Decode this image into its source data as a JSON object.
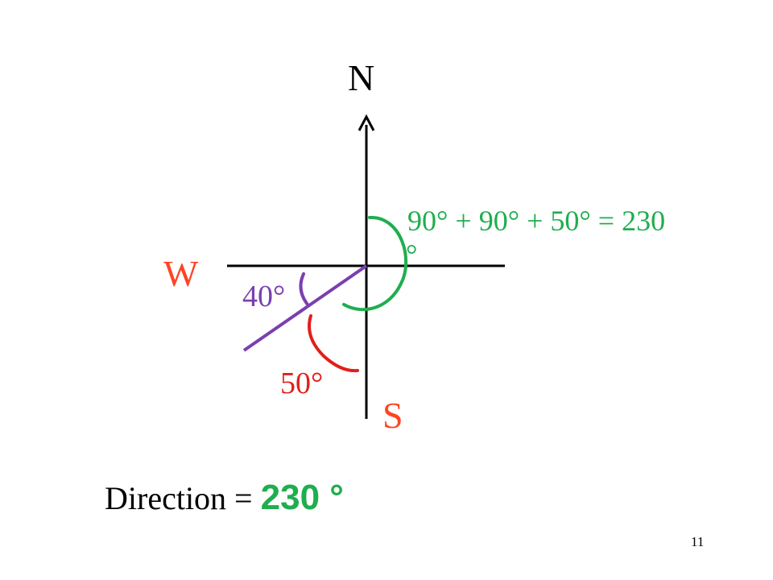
{
  "colors": {
    "axis": "#000000",
    "heading_label": "#ff4422",
    "bearing_line": "#7a3fb0",
    "angle_40": "#7a3fb0",
    "angle_50": "#e0201b",
    "angle_sum": "#1fae4e",
    "direction_value": "#1fae4e"
  },
  "compass": {
    "north_label": "N",
    "west_label": "W",
    "south_label": "S"
  },
  "angles": {
    "purple_label": "40°",
    "red_label": "50°",
    "sum_line1": "90° + 90° + 50° = 230",
    "sum_line2": "°"
  },
  "result": {
    "prefix": "Direction = ",
    "value": "230 °"
  },
  "slide_number": "11"
}
